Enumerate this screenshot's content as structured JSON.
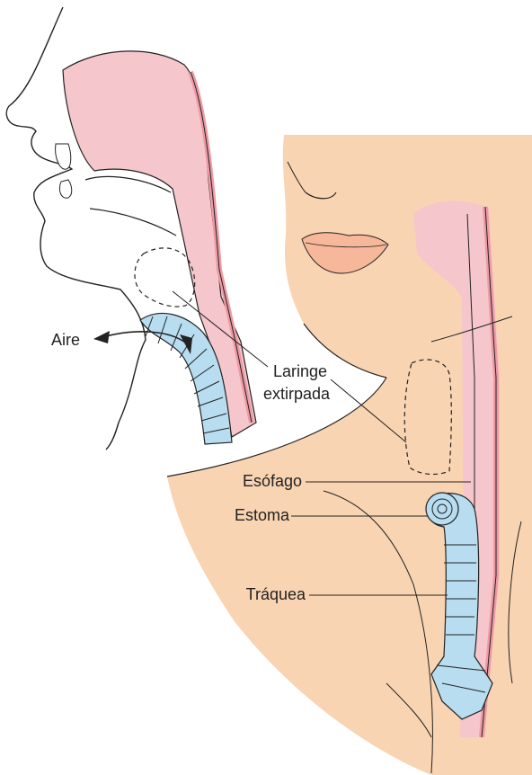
{
  "labels": {
    "air": "Aire",
    "larynx_line1": "Laringe",
    "larynx_line2": "extirpada",
    "esophagus": "Esófago",
    "stoma": "Estoma",
    "trachea": "Tráquea"
  },
  "colors": {
    "skin": "#f9d4b2",
    "mucosa": "#f5c6cb",
    "mucosa_dark": "#ee9aa4",
    "trachea": "#b8dcf0",
    "outline": "#222222"
  }
}
